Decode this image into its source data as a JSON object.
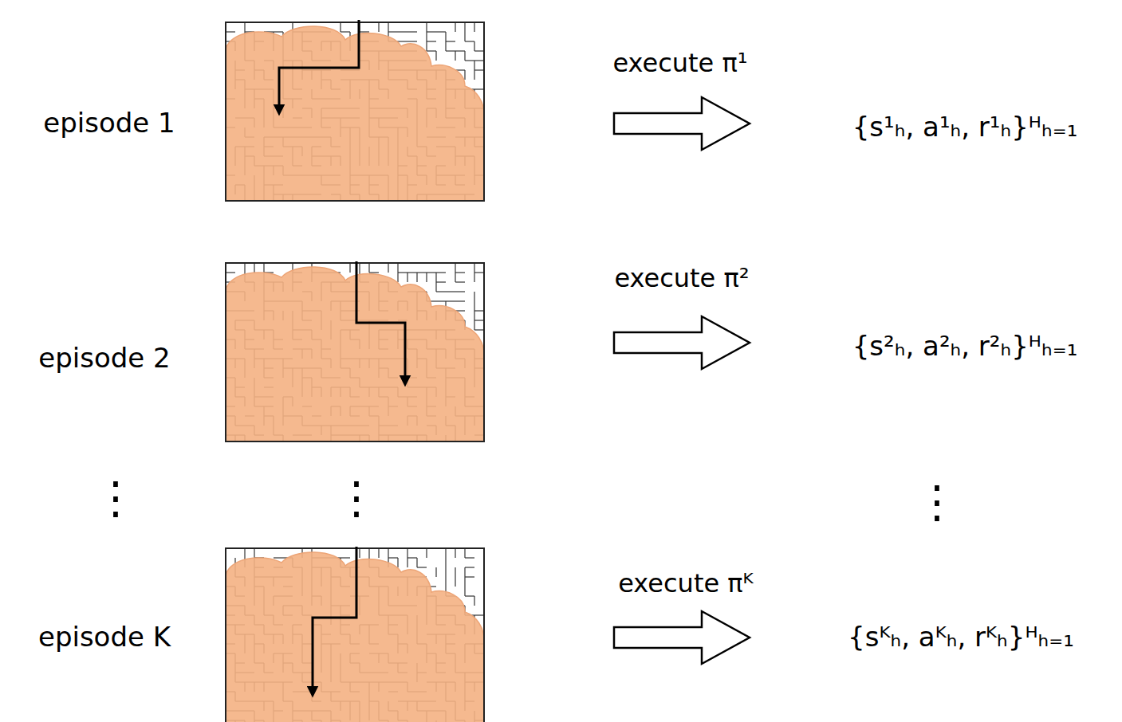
{
  "diagram": {
    "labels": [
      "episode 1",
      "execute π¹",
      "{s¹ₕ, a¹ₕ, r¹ₕ}ᴴₕ₌₁",
      "episode 2",
      "execute π²",
      "{s²ₕ, a²ₕ, r²ₕ}ᴴₕ₌₁",
      "⋮",
      "⋮",
      "⋮",
      "episode K",
      "execute πᴷ",
      "{sᴷₕ, aᴷₕ, rᴷₕ}ᴴₕ₌₁"
    ]
  }
}
